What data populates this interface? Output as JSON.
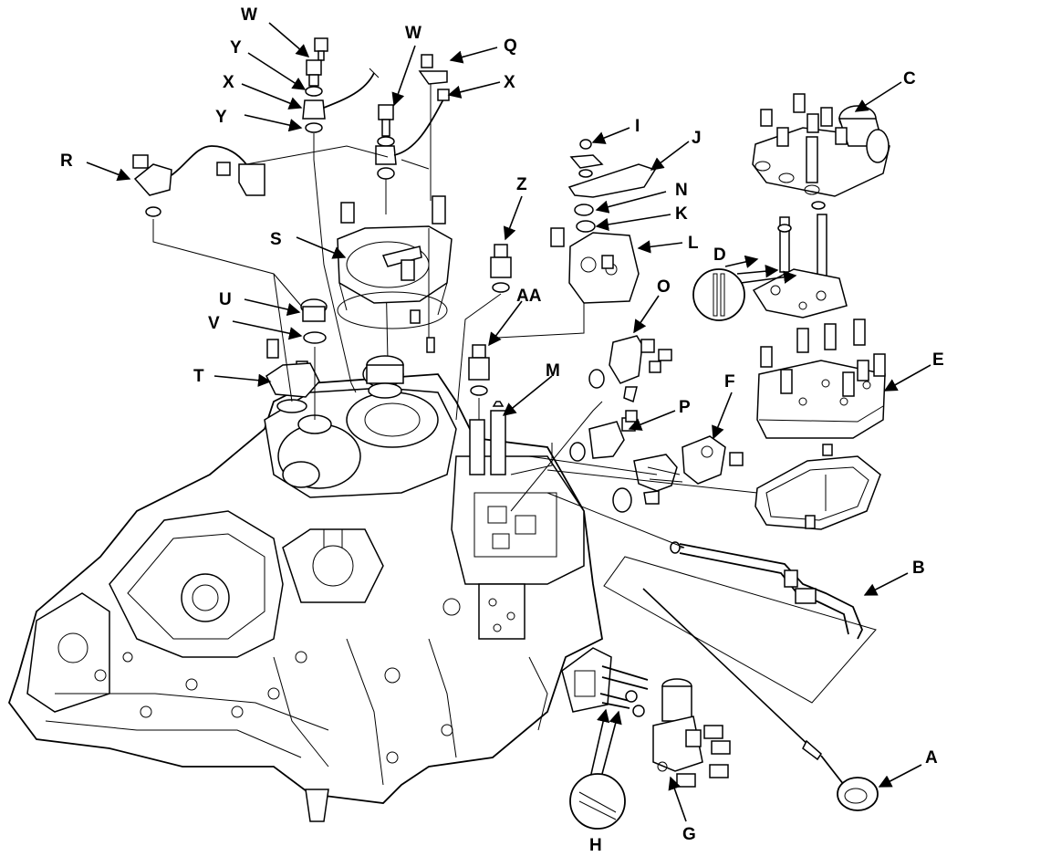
{
  "colors": {
    "ink": "#000000",
    "paper": "#ffffff"
  },
  "labels": {
    "A": "A",
    "B": "B",
    "C": "C",
    "D": "D",
    "E": "E",
    "F": "F",
    "G": "G",
    "H": "H",
    "I": "I",
    "J": "J",
    "K": "K",
    "L": "L",
    "M": "M",
    "N": "N",
    "O": "O",
    "P": "P",
    "Q": "Q",
    "R": "R",
    "S": "S",
    "T": "T",
    "U": "U",
    "V": "V",
    "W1": "W",
    "W2": "W",
    "X1": "X",
    "X2": "X",
    "Y1": "Y",
    "Y2": "Y",
    "Z": "Z",
    "AA": "AA"
  }
}
